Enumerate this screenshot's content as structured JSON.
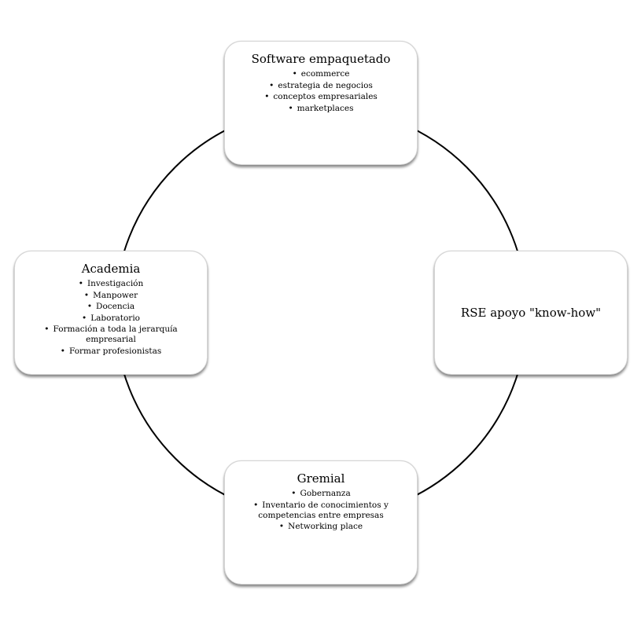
{
  "diagram": {
    "ring_color": "#000000",
    "nodes": {
      "top": {
        "title": "Software empaquetado",
        "items": [
          "ecommerce",
          "estrategia de negocios",
          "conceptos empresariales",
          "marketplaces"
        ]
      },
      "right": {
        "title": "RSE apoyo \"know-how\""
      },
      "bottom": {
        "title": "Gremial",
        "items": [
          "Gobernanza",
          "Inventario de conocimientos y competencias entre empresas",
          "Networking place"
        ]
      },
      "left": {
        "title": "Academia",
        "items": [
          "Investigación",
          "Manpower",
          "Docencia",
          "Laboratorio",
          "Formación a toda la jerarquía empresarial",
          "Formar profesionistas"
        ]
      }
    }
  }
}
